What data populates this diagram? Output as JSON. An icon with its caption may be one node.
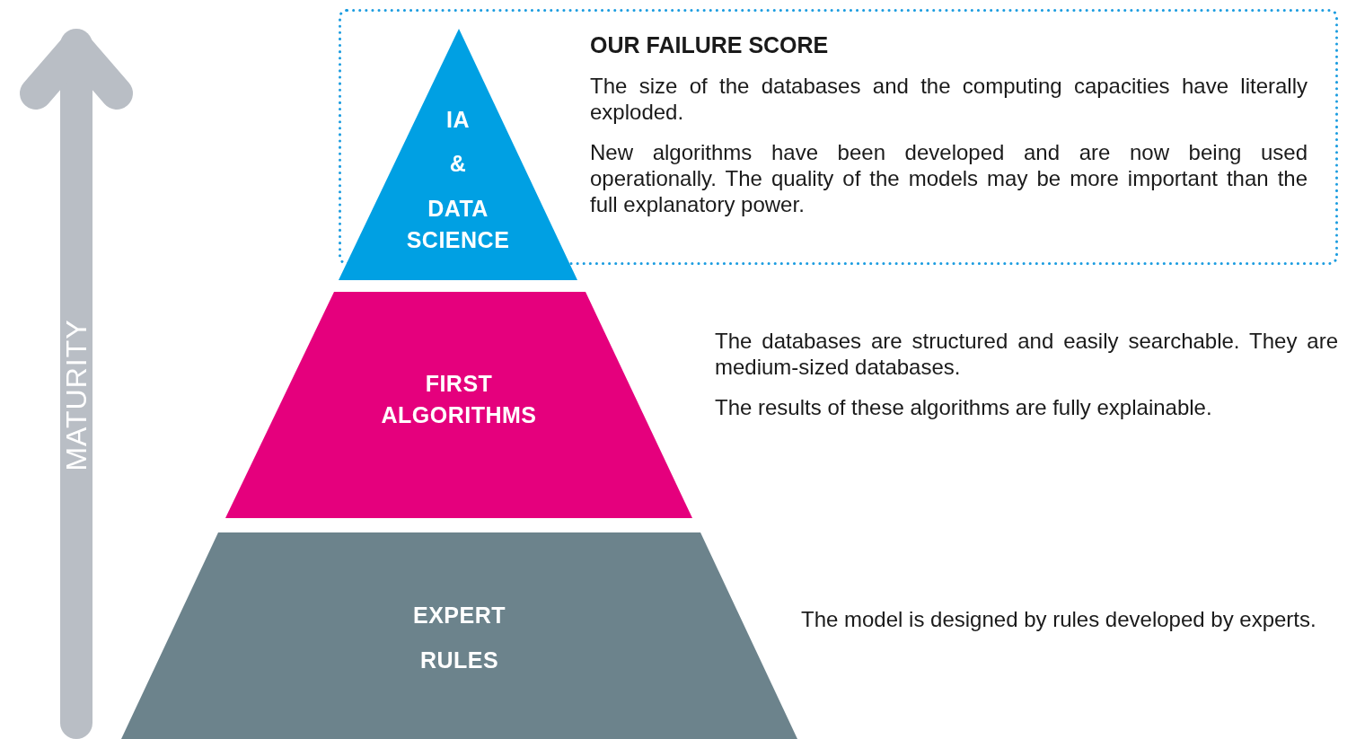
{
  "diagram": {
    "nodes": [
      {
        "text": [
          "OUR FAILURE SCORE",
          "The size of the databases and the computing capacities have literally exploded.",
          "New algorithms have been developed and are now being used operationally.  The quality of the models may be more important than the full explanatory power."
        ]
      },
      {
        "text": [
          "IA",
          "&",
          "DATA SCIENCE"
        ]
      },
      {
        "text": [
          "FIRST ALGORITHMS"
        ],
        "beside": [
          "The databases are structured and easily searchable. They are medium-sized databases.",
          "The results of these algorithms are fully explainable."
        ]
      },
      {
        "text": [
          "EXPERT",
          "RULES"
        ],
        "beside": [
          "The model is designed by rules developed by experts."
        ]
      }
    ],
    "labels": [
      "MATURITY"
    ]
  }
}
